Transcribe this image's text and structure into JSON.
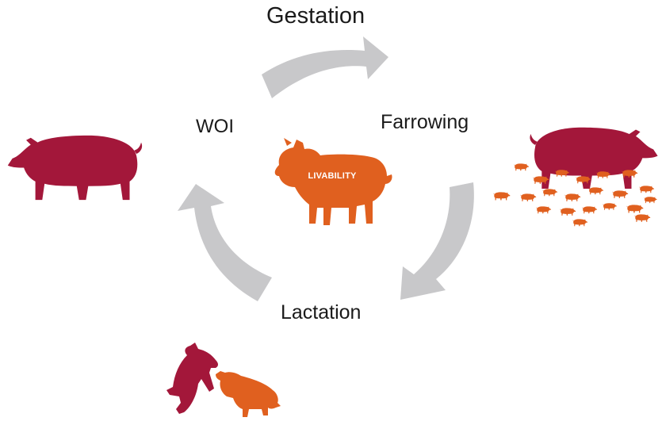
{
  "stages": {
    "gestation": "Gestation",
    "farrowing": "Farrowing",
    "lactation": "Lactation",
    "woi": "WOI"
  },
  "center_label": "LIVABILITY",
  "colors": {
    "sow": "#A3173A",
    "piglet": "#E0601F",
    "arrow": "#C8C8CA",
    "text": "#1a1a1a"
  },
  "icons": {
    "left": "sow-icon",
    "right": "sow-with-litter-icon",
    "bottom": "two-piglets-playing-icon",
    "center": "piglet-icon"
  }
}
